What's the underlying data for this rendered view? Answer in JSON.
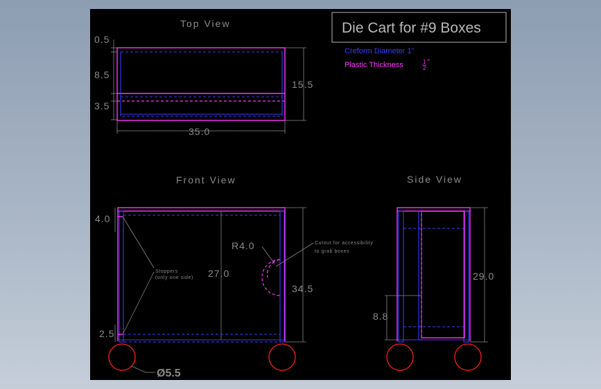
{
  "title": "Die Cart for #9 Boxes",
  "legend": {
    "blue": "Creform Diameter 1\"",
    "magenta_prefix": "Plastic Thickness ",
    "magenta_num": "1",
    "magenta_den": "2",
    "magenta_suffix": "\""
  },
  "views": {
    "top": "Top View",
    "front": "Front View",
    "side": "Side View"
  },
  "top_dims": {
    "d1": "0.5",
    "d2": "8.5",
    "d3": "3.5",
    "depth": "15.5",
    "width": "35.0"
  },
  "front_dims": {
    "top": "4.0",
    "bottom": "2.5",
    "inner": "27.0",
    "height": "34.5",
    "radius": "R4.0",
    "wheel": "Ø5.5"
  },
  "side_dims": {
    "height": "29.0",
    "shelf": "8.8"
  },
  "notes": {
    "stoppers_1": "Stoppers",
    "stoppers_2": "(only one side)",
    "cutout_1": "Cutout for accessibility",
    "cutout_2": "to grab boxes"
  },
  "colors": {
    "plastic": "#ff33ff",
    "creform": "#3b3bff",
    "wheel": "#ff1a1a",
    "dimension": "#8a8a8a"
  }
}
